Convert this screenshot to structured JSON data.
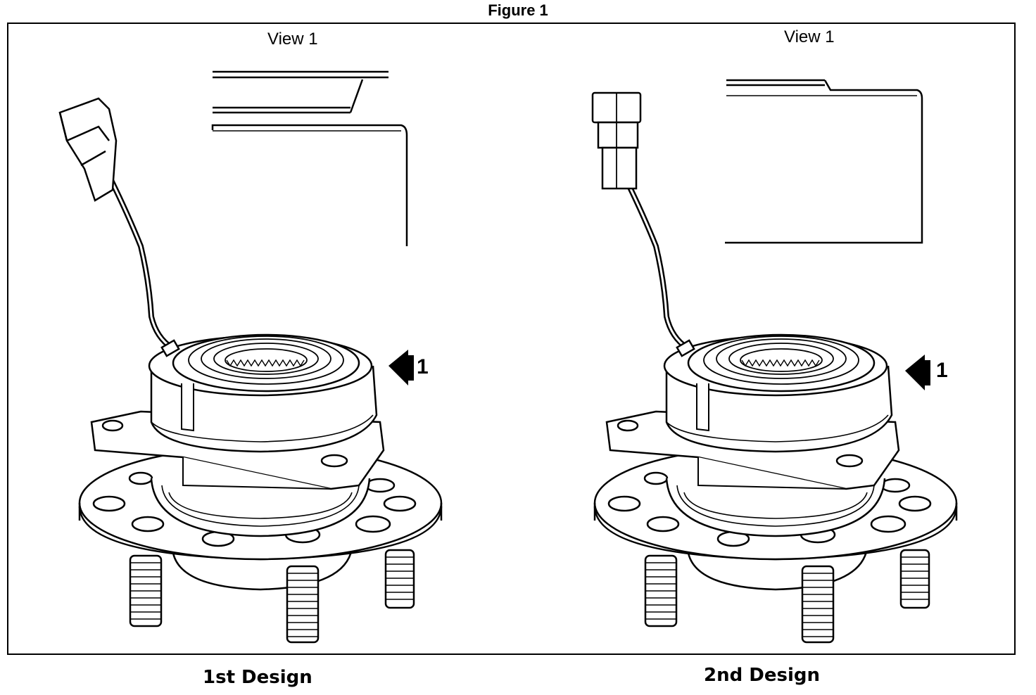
{
  "figure_title": "Figure 1",
  "panels": [
    {
      "view_label": "View 1",
      "arrow_label": "1",
      "caption": "1st Design"
    },
    {
      "view_label": "View 1",
      "arrow_label": "1",
      "caption": "2nd Design"
    }
  ],
  "icons": [
    "wheel-hub-bearing-assembly",
    "wheel-speed-sensor-connector",
    "view-arrow"
  ]
}
